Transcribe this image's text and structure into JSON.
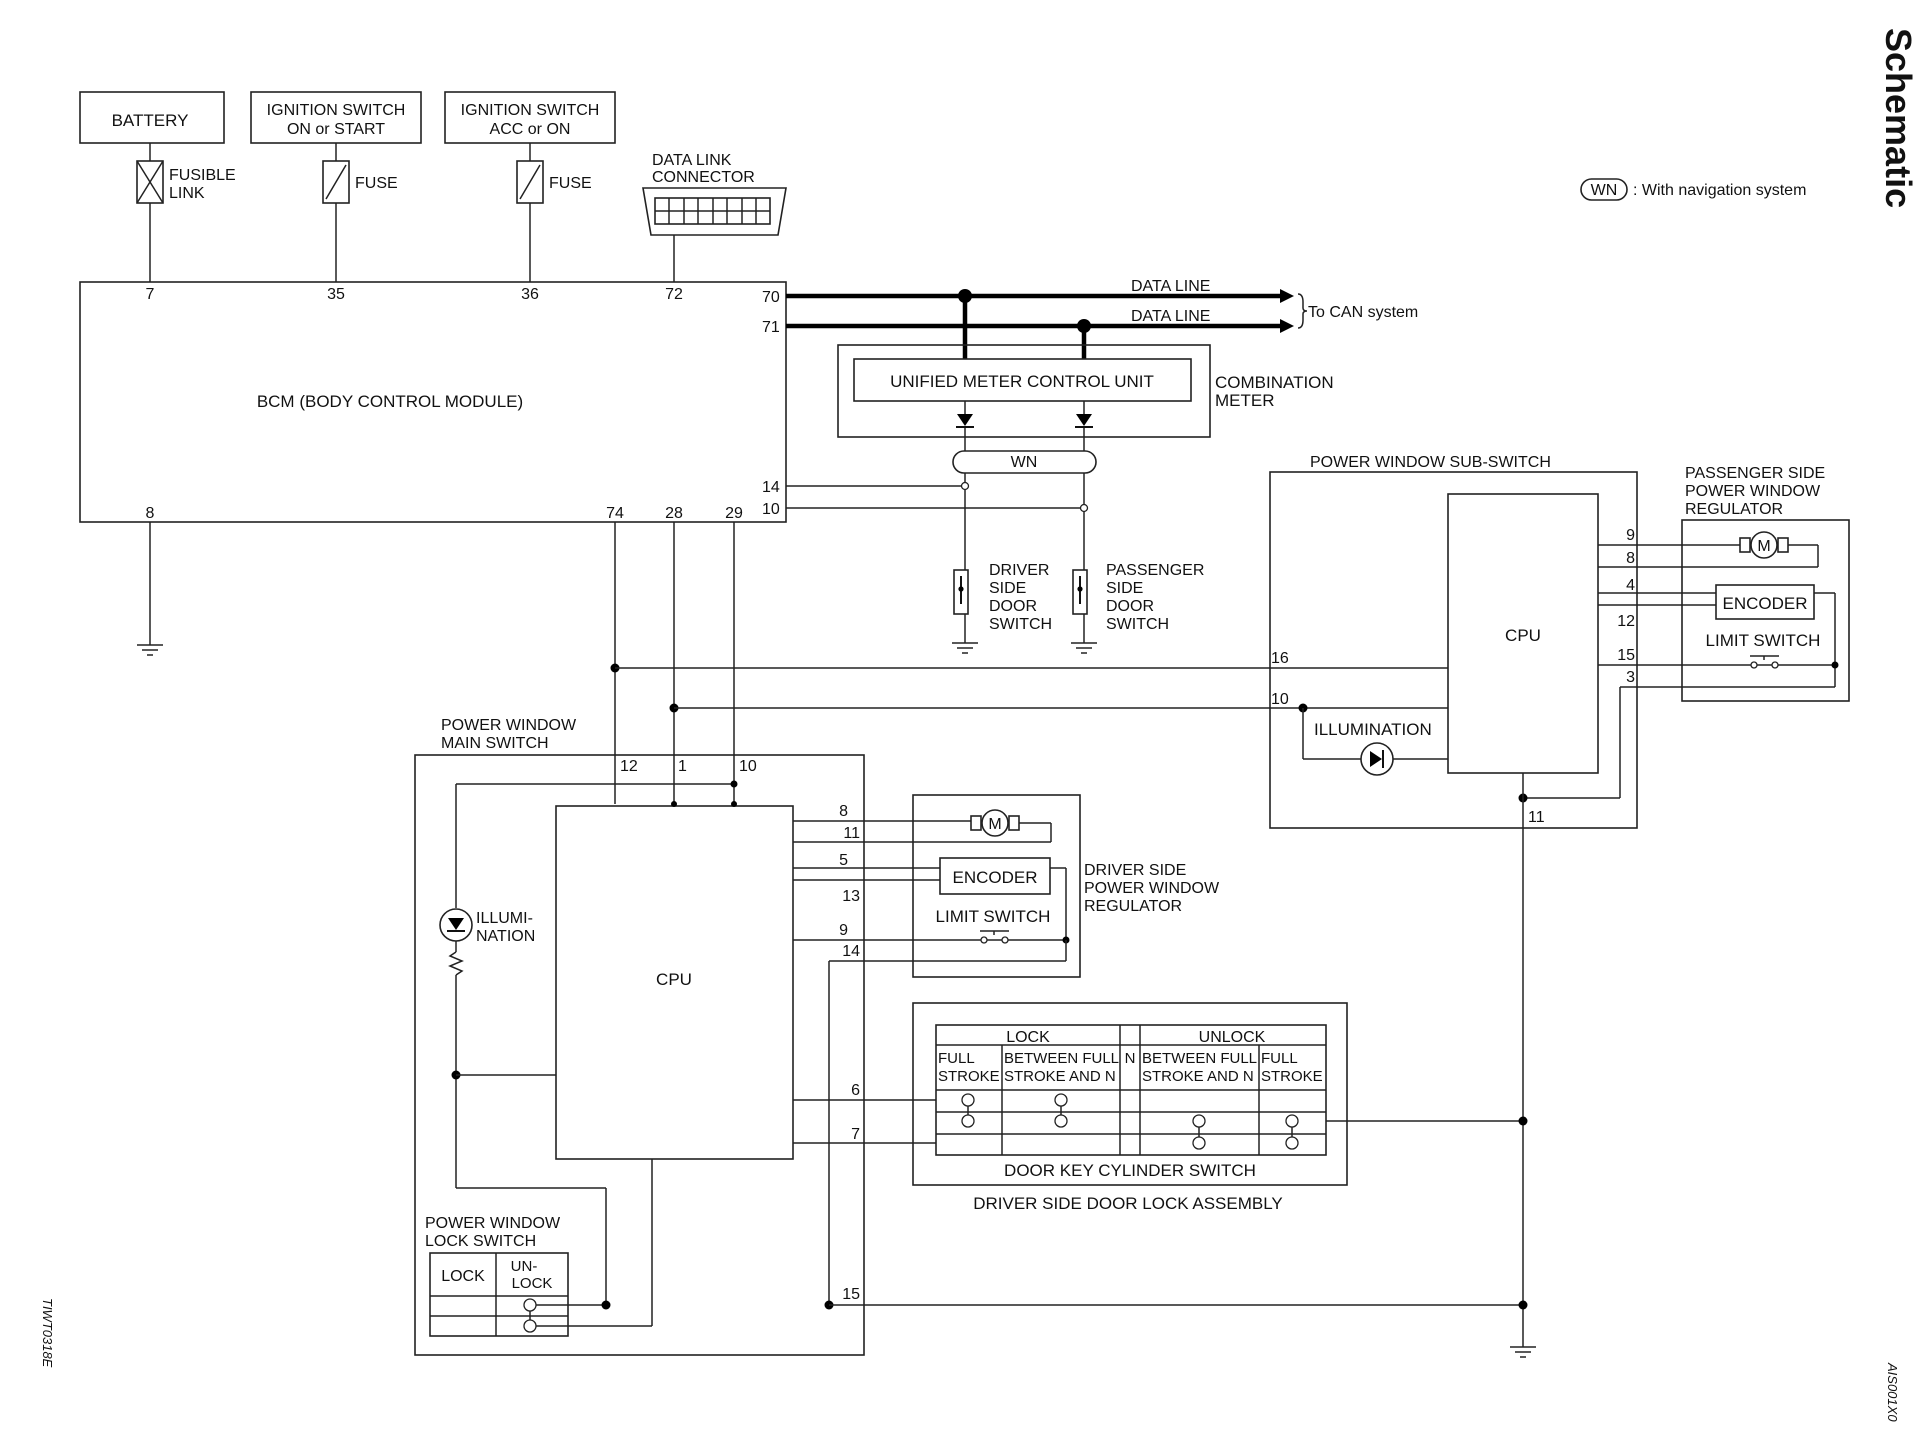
{
  "page_title": "Schematic",
  "legend": {
    "symbol": "WN",
    "text": ": With navigation system"
  },
  "footer_codes": {
    "left": "TIWT0318E",
    "right": "AIS001X0"
  },
  "sources": {
    "battery": "BATTERY",
    "ign_on_start": [
      "IGNITION SWITCH",
      "ON or START"
    ],
    "ign_acc_on": [
      "IGNITION SWITCH",
      "ACC or ON"
    ],
    "fusible_link": [
      "FUSIBLE",
      "LINK"
    ],
    "fuse": "FUSE",
    "data_link_connector": [
      "DATA LINK",
      "CONNECTOR"
    ]
  },
  "bcm": {
    "label": "BCM (BODY CONTROL MODULE)",
    "pins": {
      "p7": "7",
      "p35": "35",
      "p36": "36",
      "p72": "72",
      "p70": "70",
      "p71": "71",
      "p14": "14",
      "p10": "10",
      "p8": "8",
      "p74": "74",
      "p28": "28",
      "p29": "29"
    }
  },
  "can": {
    "data_line": "DATA LINE",
    "to_can": "To CAN system"
  },
  "combination_meter": {
    "unit": "UNIFIED METER CONTROL UNIT",
    "label": [
      "COMBINATION",
      "METER"
    ],
    "wn": "WN"
  },
  "door_switches": {
    "driver": [
      "DRIVER",
      "SIDE",
      "DOOR",
      "SWITCH"
    ],
    "passenger": [
      "PASSENGER",
      "SIDE",
      "DOOR",
      "SWITCH"
    ]
  },
  "main_switch": {
    "label": [
      "POWER WINDOW",
      "MAIN SWITCH"
    ],
    "cpu": "CPU",
    "illumination": [
      "ILLUMI-",
      "NATION"
    ],
    "pins": {
      "p12": "12",
      "p1": "1",
      "p10": "10",
      "p8": "8",
      "p11": "11",
      "p5": "5",
      "p13": "13",
      "p9": "9",
      "p14": "14",
      "p6": "6",
      "p7": "7",
      "p15": "15"
    },
    "lock_switch": {
      "label": [
        "POWER WINDOW",
        "LOCK SWITCH"
      ],
      "lock": "LOCK",
      "unlock": [
        "UN-",
        "LOCK"
      ]
    }
  },
  "driver_regulator": {
    "label": [
      "DRIVER SIDE",
      "POWER WINDOW",
      "REGULATOR"
    ],
    "motor": "M",
    "encoder": "ENCODER",
    "limit_switch": "LIMIT SWITCH"
  },
  "door_lock_assembly": {
    "switch_label": "DOOR KEY CYLINDER SWITCH",
    "label": "DRIVER SIDE DOOR LOCK ASSEMBLY",
    "lock": "LOCK",
    "unlock": "UNLOCK",
    "n": "N",
    "full_stroke": [
      "FULL",
      "STROKE"
    ],
    "between_full": [
      "BETWEEN FULL",
      "STROKE AND N"
    ]
  },
  "sub_switch": {
    "label": "POWER WINDOW SUB-SWITCH",
    "cpu": "CPU",
    "illumination": "ILLUMINATION",
    "pins": {
      "p16": "16",
      "p10": "10",
      "p9": "9",
      "p8": "8",
      "p4": "4",
      "p12": "12",
      "p15": "15",
      "p3": "3",
      "p11": "11"
    }
  },
  "passenger_regulator": {
    "label": [
      "PASSENGER SIDE",
      "POWER WINDOW",
      "REGULATOR"
    ],
    "motor": "M",
    "encoder": "ENCODER",
    "limit_switch": "LIMIT SWITCH"
  }
}
